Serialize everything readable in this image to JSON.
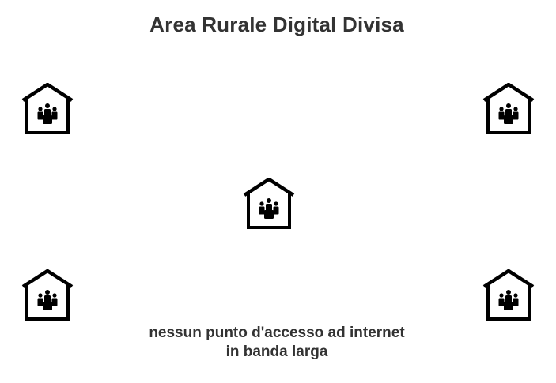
{
  "title": "Area Rurale Digital Divisa",
  "caption": {
    "line1": "nessun punto d'accesso ad internet",
    "line2": "in banda larga"
  },
  "icon": "house-with-people-icon",
  "houses": [
    {
      "name": "house-top-left"
    },
    {
      "name": "house-top-right"
    },
    {
      "name": "house-center"
    },
    {
      "name": "house-bottom-left"
    },
    {
      "name": "house-bottom-right"
    }
  ],
  "colors": {
    "text": "#333333",
    "icon": "#000000",
    "background": "#ffffff"
  }
}
